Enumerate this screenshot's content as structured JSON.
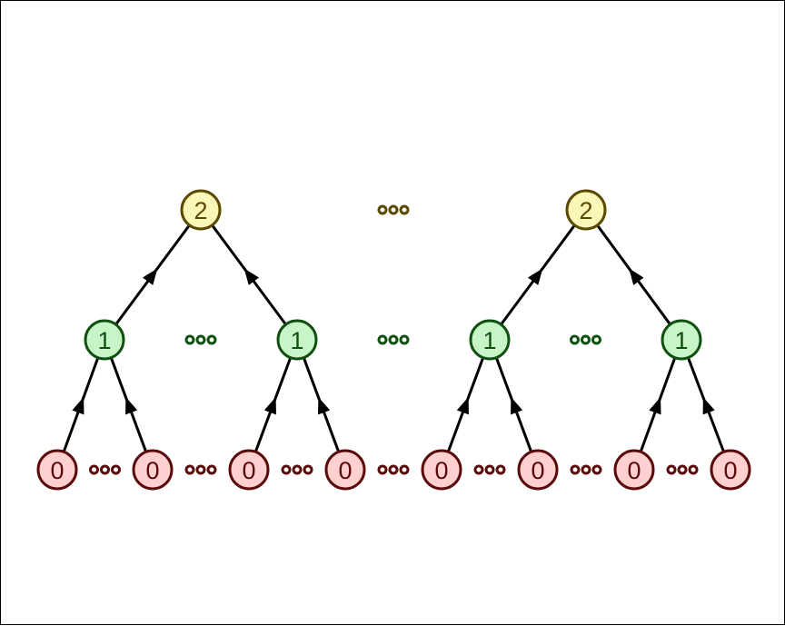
{
  "colors": {
    "level0": {
      "fill": "#ffd0d0",
      "stroke": "#5a0a0a"
    },
    "level1": {
      "fill": "#c8f5c8",
      "stroke": "#0f4f0f"
    },
    "level2": {
      "fill": "#fbf7b8",
      "stroke": "#5a4a00"
    },
    "edge": "#000000",
    "ellipsis0": "#5a0a0a",
    "ellipsis1": "#0f4f0f",
    "ellipsis2": "#5a4a00"
  },
  "levels": [
    {
      "level": 0,
      "label": "0",
      "count": 8
    },
    {
      "level": 1,
      "label": "1",
      "count": 4
    },
    {
      "level": 2,
      "label": "2",
      "count": 2
    }
  ],
  "edges": [
    {
      "from": "l0-0",
      "to": "l1-0"
    },
    {
      "from": "l0-1",
      "to": "l1-0"
    },
    {
      "from": "l0-2",
      "to": "l1-1"
    },
    {
      "from": "l0-3",
      "to": "l1-1"
    },
    {
      "from": "l0-4",
      "to": "l1-2"
    },
    {
      "from": "l0-5",
      "to": "l1-2"
    },
    {
      "from": "l0-6",
      "to": "l1-3"
    },
    {
      "from": "l0-7",
      "to": "l1-3"
    },
    {
      "from": "l1-0",
      "to": "l2-0"
    },
    {
      "from": "l1-1",
      "to": "l2-0"
    },
    {
      "from": "l1-2",
      "to": "l2-1"
    },
    {
      "from": "l1-3",
      "to": "l2-1"
    }
  ],
  "ellipses": [
    {
      "level": 0,
      "between": [
        "l0-0",
        "l0-1"
      ]
    },
    {
      "level": 0,
      "between": [
        "l0-1",
        "l0-2"
      ]
    },
    {
      "level": 0,
      "between": [
        "l0-2",
        "l0-3"
      ]
    },
    {
      "level": 0,
      "between": [
        "l0-3",
        "l0-4"
      ]
    },
    {
      "level": 0,
      "between": [
        "l0-4",
        "l0-5"
      ]
    },
    {
      "level": 0,
      "between": [
        "l0-5",
        "l0-6"
      ]
    },
    {
      "level": 0,
      "between": [
        "l0-6",
        "l0-7"
      ]
    },
    {
      "level": 1,
      "between": [
        "l1-0",
        "l1-1"
      ]
    },
    {
      "level": 1,
      "between": [
        "l1-1",
        "l1-2"
      ]
    },
    {
      "level": 1,
      "between": [
        "l1-2",
        "l1-3"
      ]
    },
    {
      "level": 2,
      "between": [
        "l2-0",
        "l2-1"
      ]
    }
  ]
}
